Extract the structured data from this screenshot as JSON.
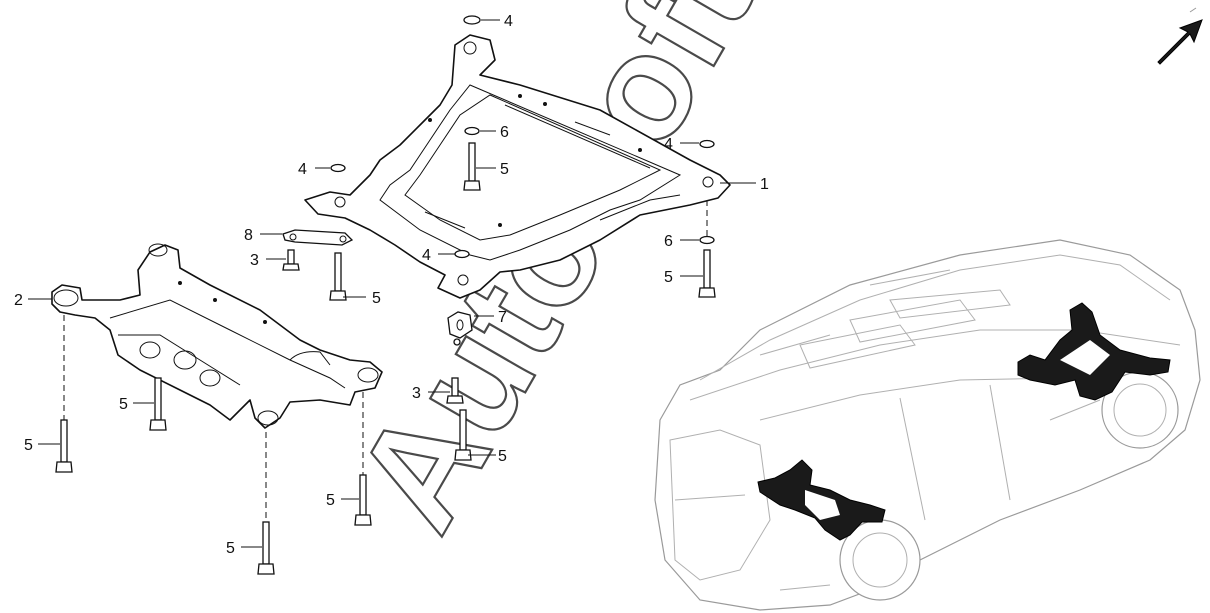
{
  "callouts": [
    {
      "id": "c4a",
      "label": "4"
    },
    {
      "id": "c6a",
      "label": "6"
    },
    {
      "id": "c5a",
      "label": "5"
    },
    {
      "id": "c4b",
      "label": "4"
    },
    {
      "id": "c4c",
      "label": "4"
    },
    {
      "id": "c1",
      "label": "1"
    },
    {
      "id": "c8",
      "label": "8"
    },
    {
      "id": "c3a",
      "label": "3"
    },
    {
      "id": "c5b",
      "label": "5"
    },
    {
      "id": "c4d",
      "label": "4"
    },
    {
      "id": "c6b",
      "label": "6"
    },
    {
      "id": "c5c",
      "label": "5"
    },
    {
      "id": "c2",
      "label": "2"
    },
    {
      "id": "c7",
      "label": "7"
    },
    {
      "id": "c3b",
      "label": "3"
    },
    {
      "id": "c5d",
      "label": "5"
    },
    {
      "id": "c5e",
      "label": "5"
    },
    {
      "id": "c5f",
      "label": "5"
    },
    {
      "id": "c5g",
      "label": "5"
    },
    {
      "id": "c5h",
      "label": "5"
    }
  ],
  "watermark": "AutoSoft",
  "icons": {
    "direction": "front-direction-arrow-icon"
  },
  "colors": {
    "line": "#111111",
    "highlight": "#1a1a1a",
    "vehicle_outline": "#9a9a9a"
  }
}
